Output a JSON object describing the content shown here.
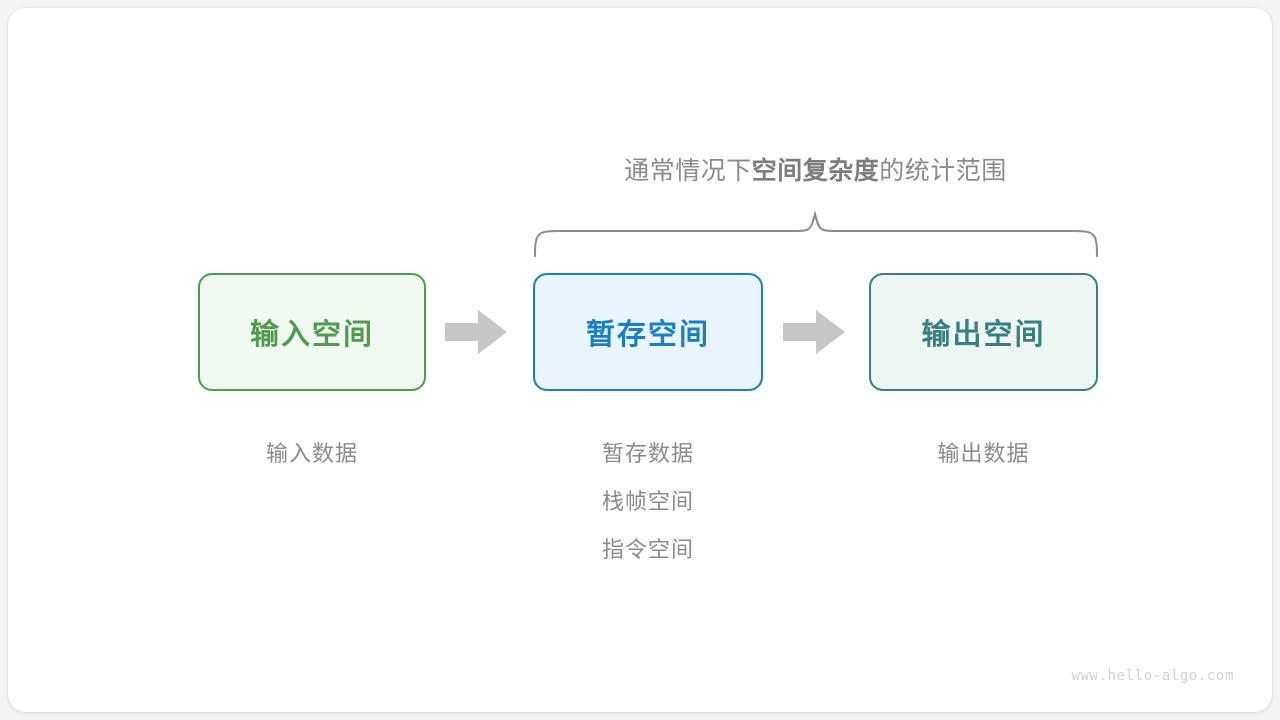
{
  "diagram": {
    "title_prefix": "通常情况下",
    "title_emphasis": "空间复杂度",
    "title_suffix": "的统计范围",
    "brace_label": "通常情况下空间复杂度的统计范围",
    "boxes": [
      {
        "id": "input",
        "label": "输入空间",
        "border_color": "#4f9b4f",
        "fill_color": "#f1f8f1",
        "text_color": "#4f9b4f"
      },
      {
        "id": "temp",
        "label": "暂存空间",
        "border_color": "#1a7fc4",
        "fill_color": "#eaf4fc",
        "text_color": "#1a7fc4"
      },
      {
        "id": "output",
        "label": "输出空间",
        "border_color": "#36807d",
        "fill_color": "#eef6f4",
        "text_color": "#36807d"
      }
    ],
    "arrows": [
      {
        "id": "arrow-1",
        "direction": "right",
        "color": "#c6c6c6"
      },
      {
        "id": "arrow-2",
        "direction": "right",
        "color": "#c6c6c6"
      }
    ],
    "captions": {
      "input": [
        "输入数据"
      ],
      "temp": [
        "暂存数据",
        "栈帧空间",
        "指令空间"
      ],
      "output": [
        "输出数据"
      ]
    },
    "brace": {
      "color": "#8b8b8b",
      "spans": [
        "temp",
        "output"
      ]
    },
    "watermark": "www.hello-algo.com",
    "colors": {
      "background": "#f4f4f4",
      "card": "#ffffff",
      "muted_text": "#8b8b8b",
      "watermark_text": "#d2d2d2"
    }
  }
}
